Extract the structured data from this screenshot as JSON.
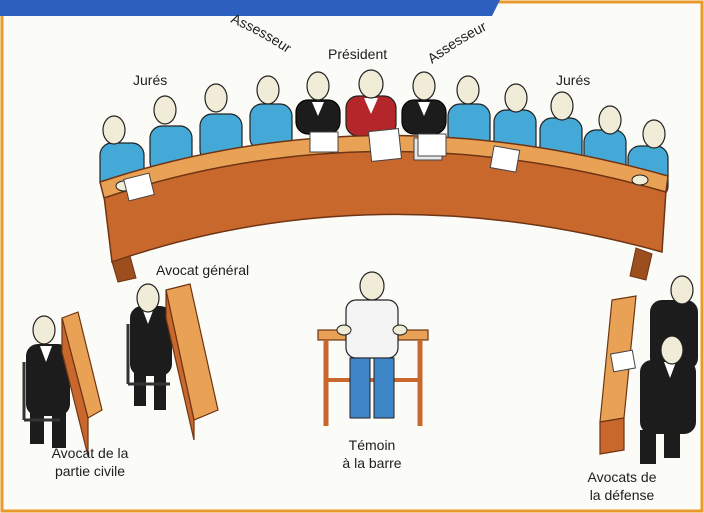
{
  "labels": {
    "president": "Président",
    "assessor_left": "Assesseur",
    "assessor_right": "Assesseur",
    "jures_left": "Jurés",
    "jures_right": "Jurés",
    "avocat_general": "Avocat général",
    "partie_civile_line1": "Avocat de la",
    "partie_civile_line2": "partie civile",
    "temoin_line1": "Témoin",
    "temoin_line2": "à la barre",
    "defense_line1": "Avocats de",
    "defense_line2": "la défense"
  },
  "colors": {
    "frame": "#e89a2c",
    "title_bar": "#2d5fbe",
    "bench_top": "#e8a155",
    "bench_front": "#c9682c",
    "juror_shirt": "#45a9d8",
    "robe_black": "#1c1c1c",
    "robe_red": "#b5262a",
    "witness_shirt": "#f4f4f4",
    "witness_pants": "#3f86c8",
    "skin": "#f1ecd8"
  }
}
